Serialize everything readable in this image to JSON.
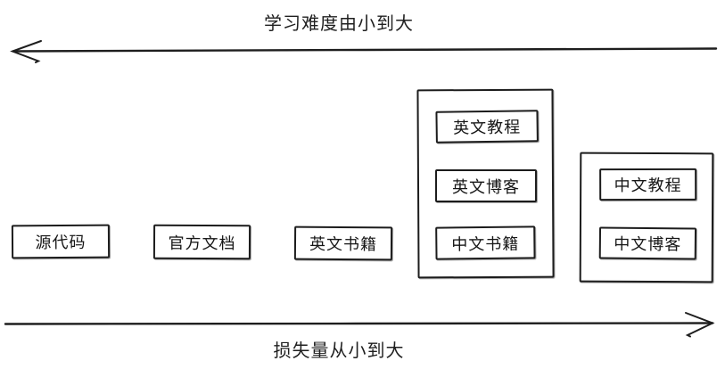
{
  "diagram": {
    "top_axis": {
      "label": "学习难度由小到大",
      "direction": "left"
    },
    "bottom_axis": {
      "label": "损失量从小到大",
      "direction": "right"
    },
    "boxes": [
      {
        "id": "source-code",
        "label": "源代码"
      },
      {
        "id": "official-docs",
        "label": "官方文档"
      },
      {
        "id": "english-books",
        "label": "英文书籍"
      }
    ],
    "group_english": {
      "items": [
        {
          "id": "english-tutorials",
          "label": "英文教程"
        },
        {
          "id": "english-blogs",
          "label": "英文博客"
        },
        {
          "id": "chinese-books",
          "label": "中文书籍"
        }
      ]
    },
    "group_chinese": {
      "items": [
        {
          "id": "chinese-tutorials",
          "label": "中文教程"
        },
        {
          "id": "chinese-blogs",
          "label": "中文博客"
        }
      ]
    },
    "colors": {
      "stroke": "#1c1c1c",
      "background": "#ffffff"
    }
  }
}
